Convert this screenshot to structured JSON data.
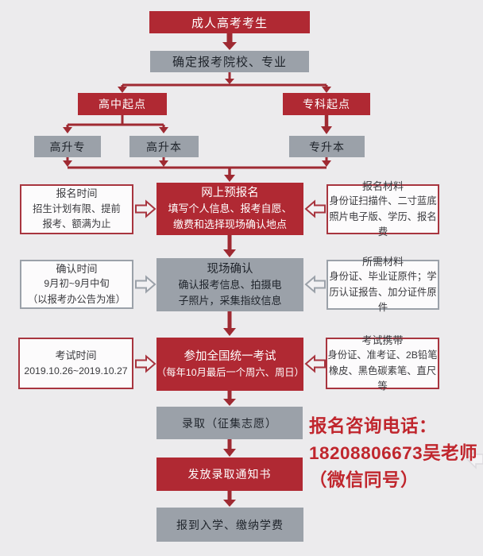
{
  "colors": {
    "background": "#ecebed",
    "red_box": "#b02933",
    "gray_box": "#9ba1a9",
    "arrow_red": "#9f2a32",
    "arrow_gray": "#9ba1a9",
    "outline_box_bg": "#fcfbfc",
    "contact_text_red": "#c0262d"
  },
  "flowchart": {
    "start": "成人高考考生",
    "choose_school": "确定报考院校、专业",
    "branch_high_school": "高中起点",
    "branch_college": "专科起点",
    "leaf_gaoshengzhuan": "高升专",
    "leaf_gaoshengben": "高升本",
    "leaf_zhuanshengben": "专升本",
    "rows": [
      {
        "left": {
          "lines": [
            "报名时间",
            "招生计划有限、提前",
            "报考、额满为止"
          ]
        },
        "center": {
          "lines": [
            "网上预报名",
            "填写个人信息、报考自愿、",
            "缴费和选择现场确认地点"
          ]
        },
        "right": {
          "lines": [
            "报名材料",
            "身份证扫描件、二寸蓝底",
            "照片电子版、学历、报名费"
          ]
        }
      },
      {
        "left": {
          "lines": [
            "确认时间",
            "9月初~9月中旬",
            "（以报考办公告为准）"
          ]
        },
        "center": {
          "lines": [
            "现场确认",
            "确认报考信息、拍摄电",
            "子照片，采集指纹信息"
          ]
        },
        "right": {
          "lines": [
            "所需材料",
            "身份证、毕业证原件；学",
            "历认证报告、加分证件原件"
          ]
        }
      },
      {
        "left": {
          "lines": [
            "考试时间",
            "2019.10.26~2019.10.27"
          ]
        },
        "center": {
          "lines": [
            "参加全国统一考试",
            "（每年10月最后一个周六、周日）"
          ]
        },
        "right": {
          "lines": [
            "考试携带",
            "身份证、准考证、2B铅笔",
            "橡皮、黑色碳素笔、直尺等"
          ]
        }
      }
    ],
    "admission": "录取（征集志愿）",
    "notice": "发放录取通知书",
    "enroll": "报到入学、缴纳学费"
  },
  "contact": {
    "line1": "报名咨询电话：",
    "line2": "18208806673吴老师",
    "line3": "（微信同号）"
  }
}
